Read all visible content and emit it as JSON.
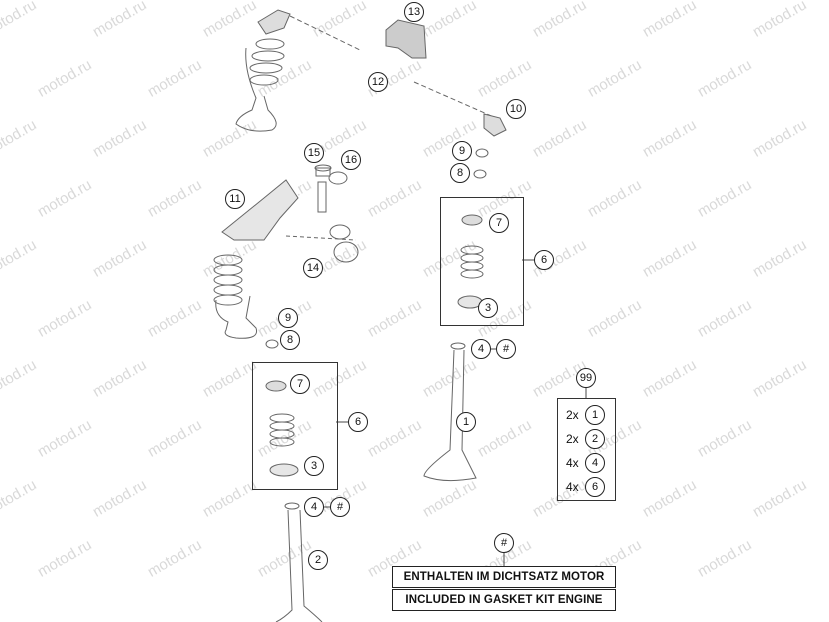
{
  "watermark": "motod.ru",
  "callouts": {
    "c13": "13",
    "c12": "12",
    "c10": "10",
    "c15": "15",
    "c16": "16",
    "c11": "11",
    "c9a": "9",
    "c8a": "8",
    "c14": "14",
    "c9b": "9",
    "c8b": "8",
    "c7a": "7",
    "c6a": "6",
    "c3a": "3",
    "c4a": "4",
    "hashA": "#",
    "c1": "1",
    "c7b": "7",
    "c6b": "6",
    "c3b": "3",
    "c4b": "4",
    "hashB": "#",
    "c2": "2",
    "c99": "99",
    "hashNote": "#"
  },
  "kit_list": [
    {
      "qty": "2x",
      "part": "1"
    },
    {
      "qty": "2x",
      "part": "2"
    },
    {
      "qty": "4x",
      "part": "4"
    },
    {
      "qty": "4x",
      "part": "6"
    }
  ],
  "notes": {
    "german": "ENTHALTEN IM DICHTSATZ MOTOR",
    "english": "INCLUDED IN GASKET KIT ENGINE"
  }
}
